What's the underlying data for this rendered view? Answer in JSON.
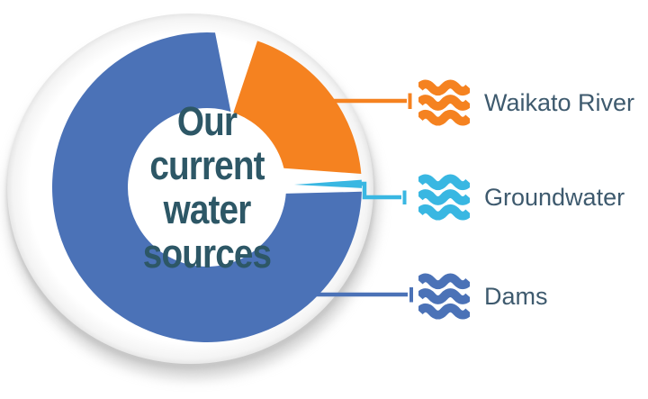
{
  "background_color": "#ffffff",
  "chart_data": {
    "type": "pie",
    "style": "donut-button-infographic",
    "title": "Our current water sources",
    "title_lines": [
      "Our",
      "current",
      "water",
      "sources"
    ],
    "legend_position": "right",
    "grid": false,
    "center_text_color": "#2d5766",
    "legend_text_color": "#3e5a6e",
    "slices": [
      {
        "label": "Waikato River",
        "color": "#F58220",
        "percent_estimated": 19,
        "outer_start_deg": 19,
        "outer_end_deg": 85,
        "inner_start_deg": 19.5,
        "inner_end_deg": 76
      },
      {
        "label": "Groundwater",
        "color": "#39B7E2",
        "percent_estimated": 1,
        "outer_start_deg": 87.2,
        "outer_end_deg": 90.3,
        "tip_deg": 88.2,
        "tip_radius": 97
      },
      {
        "label": "Dams",
        "color": "#4B72B7",
        "percent_estimated": 80,
        "outer_start_deg": 91.6,
        "outer_end_deg": 363,
        "inner_start_deg": 94.5,
        "inner_end_deg": 377.5
      }
    ]
  },
  "legend": {
    "icon_name": "water-waves-icon",
    "items": [
      {
        "label": "Waikato River"
      },
      {
        "label": "Groundwater"
      },
      {
        "label": "Dams"
      }
    ]
  }
}
